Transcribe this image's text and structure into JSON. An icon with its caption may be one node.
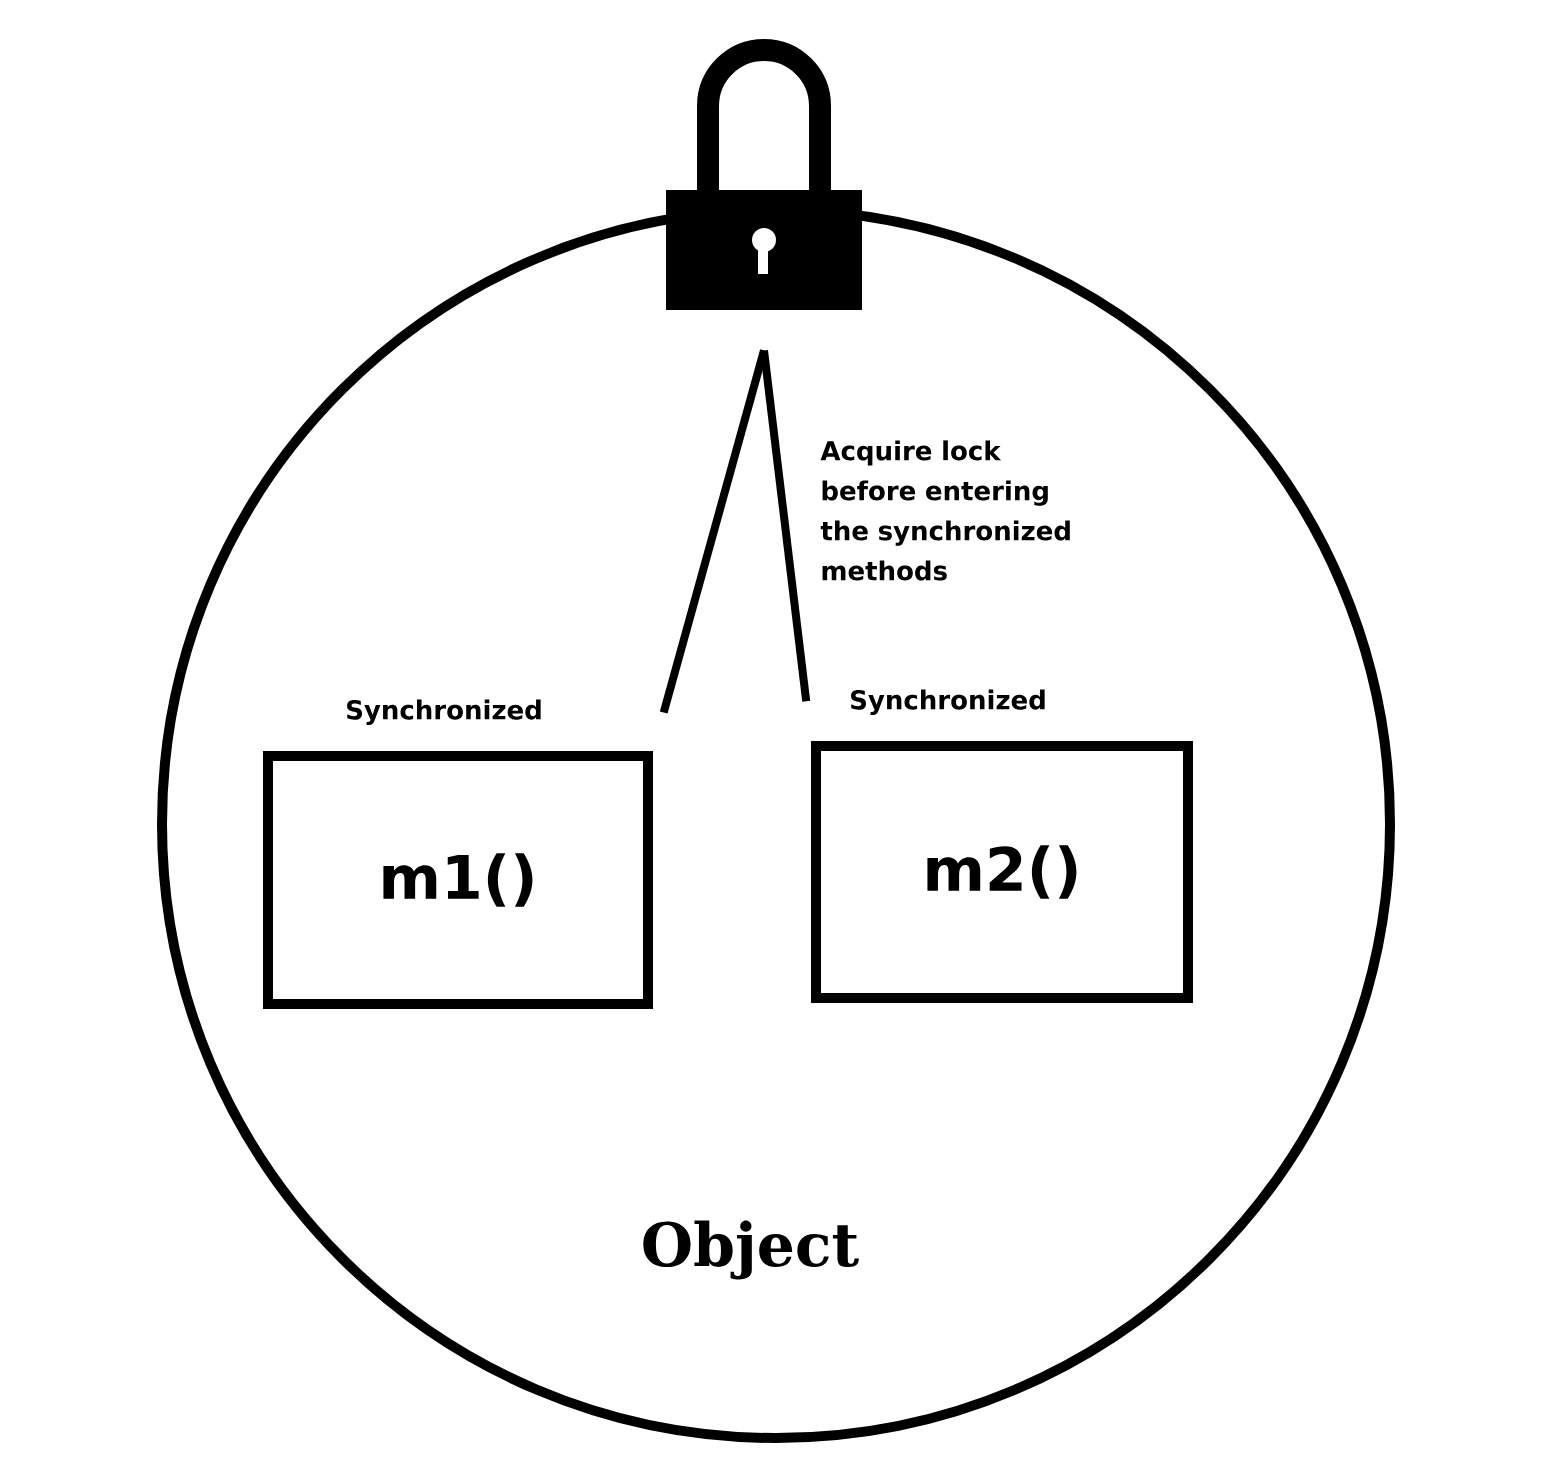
{
  "diagram": {
    "nodes": [
      {
        "text": [
          "Object"
        ]
      },
      {
        "text": [],
        "shape": "lock"
      },
      {
        "text": [
          "m1()"
        ],
        "in": 0,
        "beside": [
          "Synchronized"
        ]
      },
      {
        "text": [
          "m2()"
        ],
        "in": 0,
        "beside": [
          "Synchronized"
        ]
      }
    ],
    "edges": [
      {
        "from": 1,
        "to": 2,
        "arrow": "none"
      },
      {
        "from": 1,
        "to": 3,
        "arrow": "none"
      }
    ],
    "labels": [
      "Acquire lock before entering the synchronized methods"
    ]
  }
}
